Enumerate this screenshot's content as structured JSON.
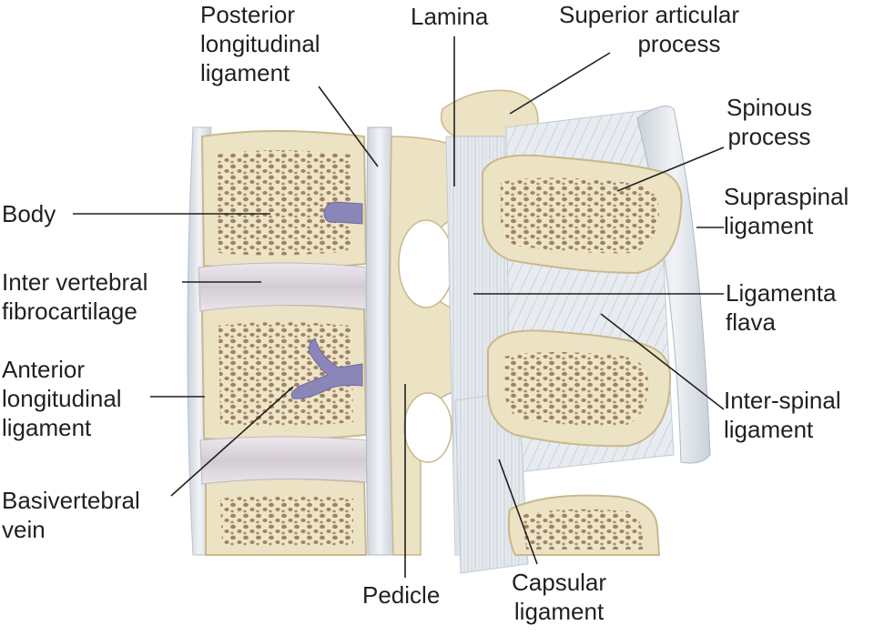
{
  "labels": {
    "posterior_longitudinal": [
      "Posterior",
      "longitudinal",
      "ligament"
    ],
    "lamina": [
      "Lamina"
    ],
    "superior_articular": [
      "Superior articular",
      "process"
    ],
    "spinous": [
      "Spinous",
      "process"
    ],
    "supraspinal": [
      "Supraspinal",
      "ligament"
    ],
    "body": [
      "Body"
    ],
    "inter_vertebral": [
      "Inter vertebral",
      "fibrocartilage"
    ],
    "ligamenta_flava": [
      "Ligamenta",
      "flava"
    ],
    "anterior_longitudinal": [
      "Anterior",
      "longitudinal",
      "ligament"
    ],
    "inter_spinal": [
      "Inter-spinal",
      "ligament"
    ],
    "basivertebral": [
      "Basivertebral",
      "vein"
    ],
    "pedicle": [
      "Pedicle"
    ],
    "capsular": [
      "Capsular",
      "ligament"
    ]
  },
  "colors": {
    "bone": "#ece2c4",
    "bone_edge": "#c9b88c",
    "cancellous": "#9c8466",
    "disc": "#ddd6dc",
    "ligament": "#dfe4ea",
    "vein": "#8a86b8",
    "leader": "#231f20"
  }
}
